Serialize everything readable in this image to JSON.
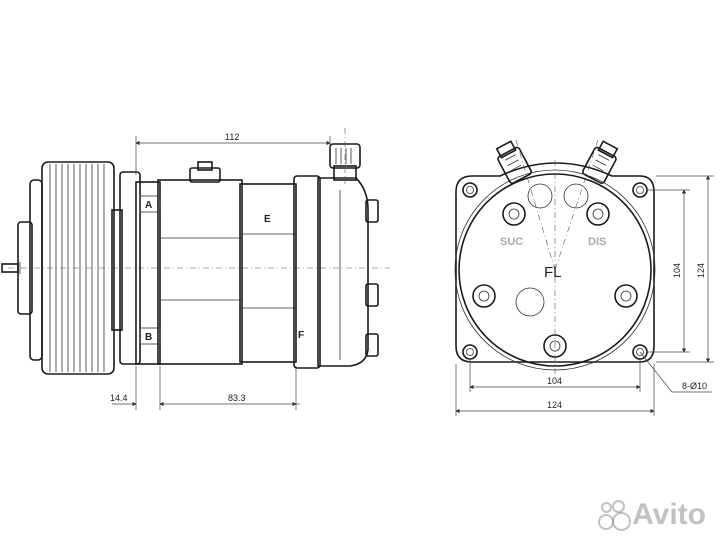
{
  "side_view": {
    "dims": {
      "overall_length": "112",
      "pulley_offset": "14.4",
      "body_length": "83.3"
    },
    "labels": {
      "a": "A",
      "e": "E",
      "b": "B",
      "f": "F"
    }
  },
  "front_view": {
    "ports": {
      "suction": "SUC",
      "discharge": "DIS"
    },
    "center_label": "FL",
    "dims": {
      "bolt_spacing_h": "104",
      "overall_width": "124",
      "bolt_spacing_v": "104",
      "overall_height": "124",
      "hole_spec": "8-Ø10"
    }
  },
  "watermark": {
    "brand": "Avito"
  }
}
